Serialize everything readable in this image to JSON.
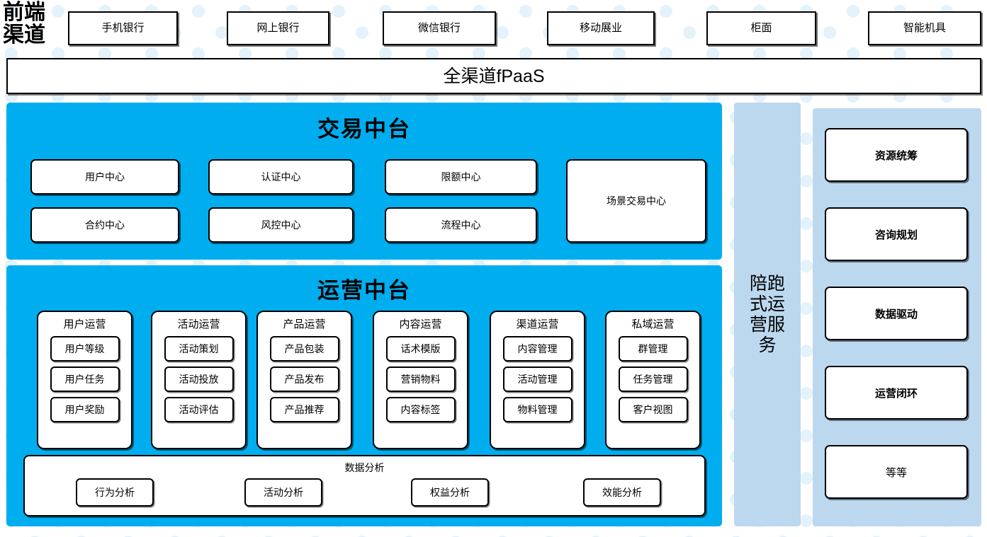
{
  "colors": {
    "primary_blue": "#00AEEF",
    "light_blue_panel": "#BCD8EF",
    "dot_blue": "#E3F2FB",
    "box_border": "#000000",
    "box_fill": "#FFFFFF"
  },
  "channel_row": {
    "label": "前端渠道",
    "items": [
      {
        "label": "手机银行"
      },
      {
        "label": "网上银行"
      },
      {
        "label": "微信银行"
      },
      {
        "label": "移动展业"
      },
      {
        "label": "柜面"
      },
      {
        "label": "智能机具"
      }
    ]
  },
  "fpaas_bar": {
    "label": "全渠道fPaaS"
  },
  "trade_center": {
    "title": "交易中台",
    "boxes": [
      {
        "label": "用户中心"
      },
      {
        "label": "认证中心"
      },
      {
        "label": "限额中心"
      },
      {
        "label": "合约中心"
      },
      {
        "label": "风控中心"
      },
      {
        "label": "流程中心"
      }
    ],
    "tall_box": {
      "label": "场景交易中心"
    }
  },
  "operation_center": {
    "title": "运营中台",
    "columns": [
      {
        "title": "用户运营",
        "items": [
          "用户等级",
          "用户任务",
          "用户奖励"
        ]
      },
      {
        "title": "活动运营",
        "items": [
          "活动策划",
          "活动投放",
          "活动评估"
        ]
      },
      {
        "title": "产品运营",
        "items": [
          "产品包装",
          "产品发布",
          "产品推荐"
        ]
      },
      {
        "title": "内容运营",
        "items": [
          "话术模版",
          "营销物料",
          "内容标签"
        ]
      },
      {
        "title": "渠道运营",
        "items": [
          "内容管理",
          "活动管理",
          "物料管理"
        ]
      },
      {
        "title": "私域运营",
        "items": [
          "群管理",
          "任务管理",
          "客户视图"
        ]
      }
    ],
    "data_analysis": {
      "title": "数据分析",
      "items": [
        "行为分析",
        "活动分析",
        "权益分析",
        "效能分析"
      ]
    }
  },
  "service_strip": {
    "label": "陪跑式运营服务"
  },
  "capability_panel": {
    "boxes": [
      {
        "label": "资源统筹",
        "bold": true
      },
      {
        "label": "咨询规划",
        "bold": true
      },
      {
        "label": "数据驱动",
        "bold": true
      },
      {
        "label": "运营闭环",
        "bold": true
      },
      {
        "label": "等等",
        "bold": false
      }
    ]
  }
}
